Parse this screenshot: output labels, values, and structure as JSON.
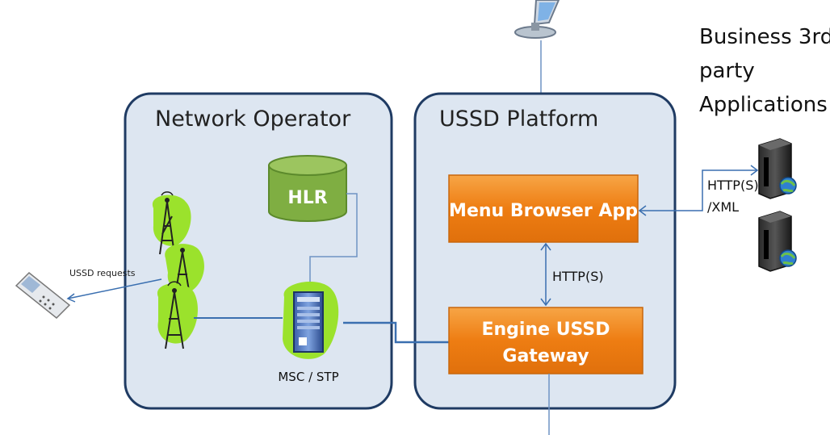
{
  "network_operator": {
    "title": "Network Operator",
    "hlr_label": "HLR",
    "msc_label": "MSC / STP"
  },
  "ussd_platform": {
    "title": "USSD Platform",
    "menu_browser_label": "Menu Browser App",
    "engine_line1": "Engine USSD",
    "engine_line2": "Gateway"
  },
  "connections": {
    "internal_http": "HTTP(S)",
    "external_http_line1": "HTTP(S)",
    "external_http_line2": "/XML",
    "ussd_requests": "USSD requests"
  },
  "business": {
    "line1": "Business 3rd",
    "line2": "party",
    "line3": "Applications"
  },
  "icons": [
    "mobile-phone-icon",
    "cell-tower-icon",
    "database-icon",
    "server-icon",
    "computer-icon",
    "web-server-icon"
  ],
  "colors": {
    "panel_fill": "#dde6f1",
    "panel_stroke": "#1f3b63",
    "box_orange": "#f08a1c",
    "hlr_green": "#7fae42",
    "line_blue": "#3a6fb0",
    "tower_green": "#9be22c"
  }
}
